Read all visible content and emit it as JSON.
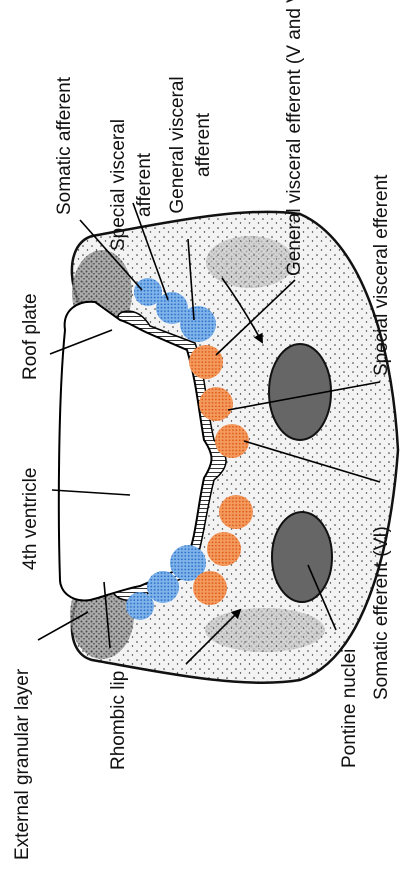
{
  "labels": {
    "somatic_afferent": "Somatic afferent",
    "special_visceral_afferent": [
      "Special visceral",
      "afferent"
    ],
    "general_visceral_afferent": [
      "General visceral",
      "afferent"
    ],
    "general_visceral_efferent": "General visceral efferent (V and VII)",
    "roof_plate": "Roof plate",
    "special_visceral_efferent": "Special visceral efferent",
    "fourth_ventricle": "4th ventricle",
    "somatic_efferent": "Somatic efferent (VI)",
    "external_granular_layer": "External granular layer",
    "rhombic_lip": "Rhombic lip",
    "pontine_nuclei": "Pontine nuclei"
  },
  "colors": {
    "afferent_blue": "#4f8fd6",
    "efferent_orange": "#ec6d2a",
    "outline": "#111111",
    "background": "#ffffff"
  }
}
